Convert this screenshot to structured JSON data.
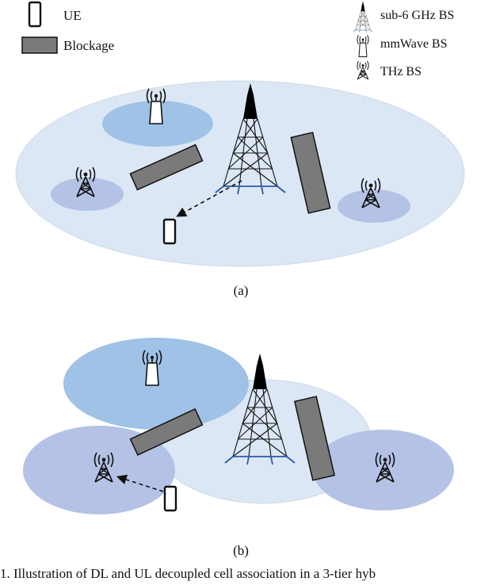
{
  "legend": {
    "ue": "UE",
    "blockage": "Blockage",
    "sub6": "sub-6 GHz BS",
    "mmwave": "mmWave BS",
    "thz": "THz BS"
  },
  "panels": {
    "a_label": "(a)",
    "b_label": "(b)"
  },
  "caption": "1.  Illustration of DL and UL decoupled cell association in a 3-tier hyb",
  "colors": {
    "macro_cell": "#dbe7f4",
    "mmwave_cell": "#9fc2e6",
    "thz_cell": "#b3c2e5",
    "blockage": "#7a7a7a",
    "outline": "#cfd8e4",
    "tower_main": "#1f4c8a",
    "tower_dark": "#000000"
  }
}
